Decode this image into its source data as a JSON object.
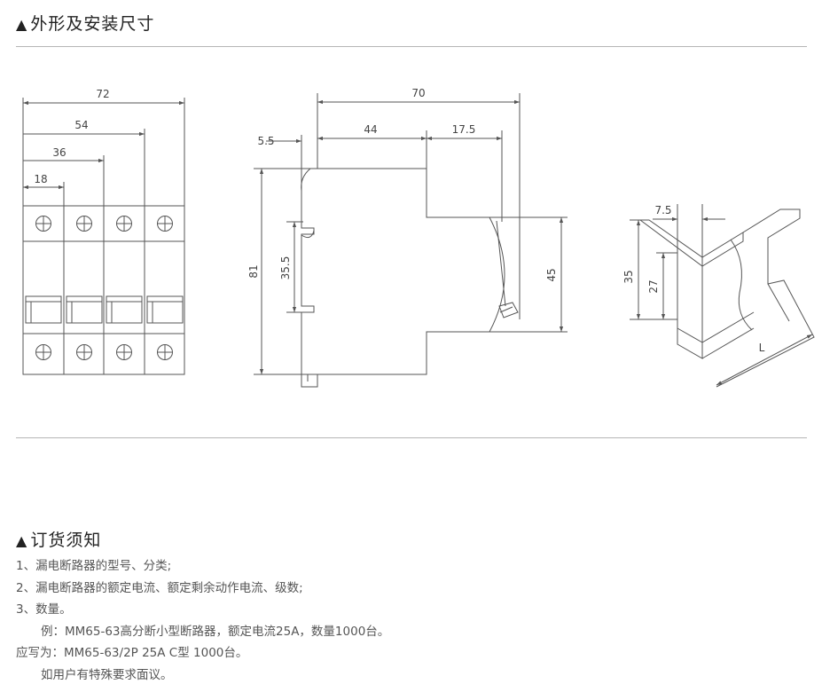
{
  "dimensions_section": {
    "title": "外形及安装尺寸",
    "front_view": {
      "dims": [
        "72",
        "54",
        "36",
        "18"
      ]
    },
    "side_view": {
      "dims": [
        "70",
        "5.5",
        "44",
        "17.5",
        "81",
        "35.5",
        "45"
      ]
    },
    "rail_view": {
      "dims": [
        "7.5",
        "35",
        "27",
        "L"
      ]
    }
  },
  "ordering_section": {
    "title": "订货须知",
    "lines": [
      "1、漏电断路器的型号、分类;",
      "2、漏电断路器的额定电流、额定剩余动作电流、级数;",
      "3、数量。",
      "例：MM65-63高分断小型断路器，额定电流25A，数量1000台。",
      "应写为：MM65-63/2P  25A   C型   1000台。",
      "如用户有特殊要求面议。"
    ]
  },
  "colors": {
    "line": "#555555",
    "text": "#444444",
    "rule": "#b5b5b5"
  }
}
